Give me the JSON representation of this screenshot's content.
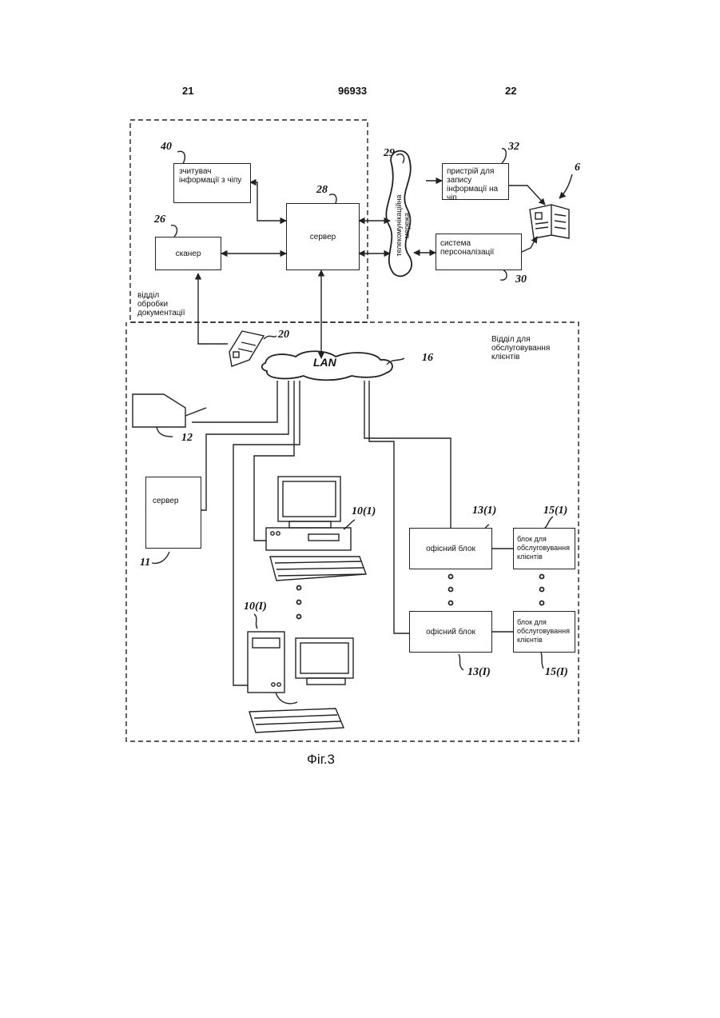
{
  "header": {
    "page_left": "21",
    "patent_number": "96933",
    "page_right": "22"
  },
  "figure_caption": "Фіг.3",
  "blocks": {
    "reader": "зчитувач інформації з чіпу",
    "scanner": "сканер",
    "server_top": "сервер",
    "network": "телекомунікаційна мережа",
    "chip_writer": "пристрій для запису інформації на чіп",
    "personalization": "система персоналізації",
    "doc_dept": "відділ обробки документації",
    "client_dept": "Відділ для обслуговування клієнтів",
    "lan": "LAN",
    "server_lan": "сервер",
    "office_block_1": "офісний блок",
    "office_block_n": "офісний блок",
    "client_service_1": "блок для обслуговування клієнтів",
    "client_service_n": "блок для обслуговування клієнтів"
  },
  "refs": {
    "reader": "40",
    "server_top": "28",
    "network": "29",
    "chip_writer": "32",
    "document": "6",
    "scanner": "26",
    "personalization": "30",
    "form": "20",
    "lan": "16",
    "printer": "12",
    "workstation_1": "10(1)",
    "office_1": "13(1)",
    "client_1": "15(1)",
    "server_lan": "11",
    "workstation_n": "10(I)",
    "office_n": "13(I)",
    "client_n": "15(I)"
  }
}
